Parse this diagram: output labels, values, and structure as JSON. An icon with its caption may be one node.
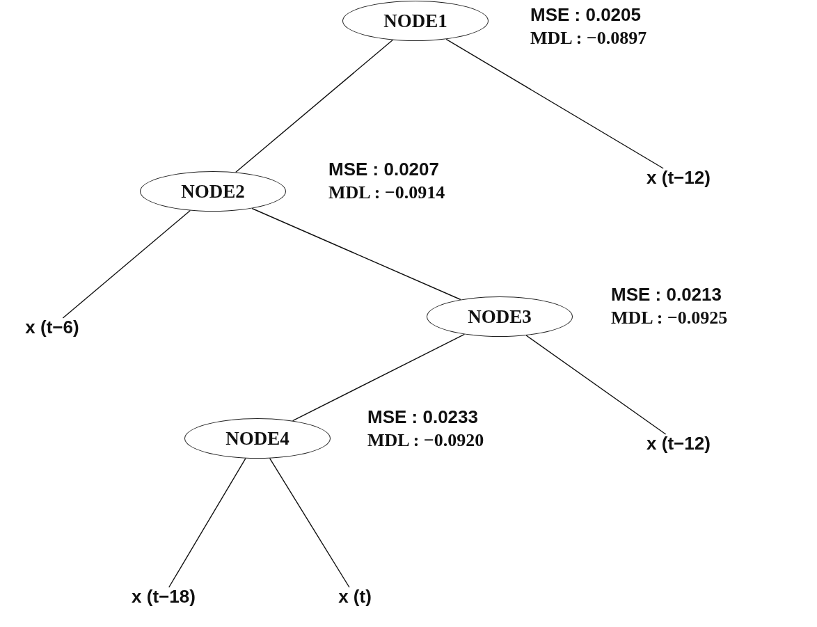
{
  "diagram": {
    "nodes": [
      {
        "text": [
          "NODE1"
        ],
        "beside": [
          "MSE : 0.0205",
          "MDL : −0.0897"
        ]
      },
      {
        "text": [
          "NODE2"
        ],
        "beside": [
          "MSE : 0.0207",
          "MDL : −0.0914"
        ]
      },
      {
        "text": [
          "x (t−12)"
        ]
      },
      {
        "text": [
          "x (t−6)"
        ]
      },
      {
        "text": [
          "NODE3"
        ],
        "beside": [
          "MSE : 0.0213",
          "MDL : −0.0925"
        ]
      },
      {
        "text": [
          "NODE4"
        ],
        "beside": [
          "MSE : 0.0233",
          "MDL : −0.0920"
        ]
      },
      {
        "text": [
          "x (t−12)"
        ]
      },
      {
        "text": [
          "x (t−18)"
        ]
      },
      {
        "text": [
          "x (t)"
        ]
      }
    ],
    "edges": [
      {
        "from": 0,
        "to": 1,
        "arrow": "none"
      },
      {
        "from": 0,
        "to": 2,
        "arrow": "none"
      },
      {
        "from": 1,
        "to": 3,
        "arrow": "none"
      },
      {
        "from": 1,
        "to": 4,
        "arrow": "none"
      },
      {
        "from": 4,
        "to": 5,
        "arrow": "none"
      },
      {
        "from": 4,
        "to": 6,
        "arrow": "none"
      },
      {
        "from": 5,
        "to": 7,
        "arrow": "none"
      },
      {
        "from": 5,
        "to": 8,
        "arrow": "none"
      }
    ]
  }
}
